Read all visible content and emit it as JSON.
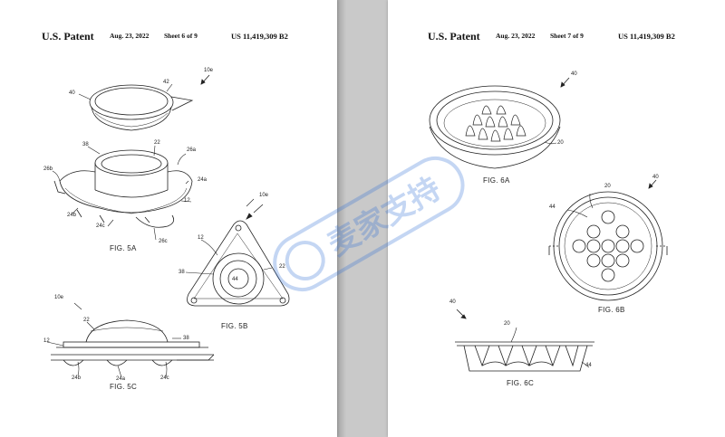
{
  "left_sheet": {
    "header": {
      "title": "U.S. Patent",
      "date": "Aug. 23, 2022",
      "sheet": "Sheet 6 of 9",
      "patent_number": "US 11,419,309 B2"
    },
    "figure_labels": [
      "FIG. 5A",
      "FIG. 5B",
      "FIG. 5C"
    ],
    "reference_numerals": {
      "fig5a": [
        "10e",
        "40",
        "42",
        "38",
        "22",
        "26a",
        "26b",
        "24a",
        "12",
        "24b",
        "24c",
        "26c"
      ],
      "fig5b": [
        "10e",
        "12",
        "38",
        "44",
        "22"
      ],
      "fig5c": [
        "10e",
        "22",
        "38",
        "12",
        "24b",
        "24a",
        "24c"
      ]
    }
  },
  "right_sheet": {
    "header": {
      "title": "U.S. Patent",
      "date": "Aug. 23, 2022",
      "sheet": "Sheet 7 of 9",
      "patent_number": "US 11,419,309 B2"
    },
    "figure_labels": [
      "FIG. 6A",
      "FIG. 6B",
      "FIG. 6C"
    ],
    "reference_numerals": {
      "fig6a": [
        "40",
        "20"
      ],
      "fig6b": [
        "40",
        "20",
        "44"
      ],
      "fig6c": [
        "40",
        "20",
        "44"
      ]
    }
  },
  "watermark": {
    "text": "麦家支持",
    "color": "#2f6fd6"
  }
}
